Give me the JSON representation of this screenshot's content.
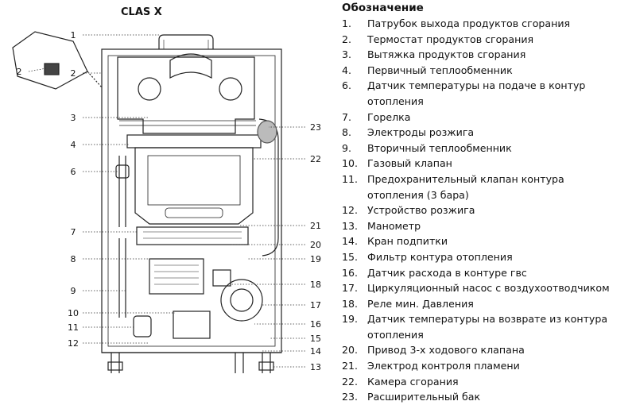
{
  "diagram": {
    "title": "CLAS X",
    "callouts": [
      {
        "num": "1"
      },
      {
        "num": "2"
      },
      {
        "num": "2"
      },
      {
        "num": "3"
      },
      {
        "num": "4"
      },
      {
        "num": "6"
      },
      {
        "num": "7"
      },
      {
        "num": "8"
      },
      {
        "num": "9"
      },
      {
        "num": "10"
      },
      {
        "num": "11"
      },
      {
        "num": "12"
      },
      {
        "num": "23"
      },
      {
        "num": "22"
      },
      {
        "num": "21"
      },
      {
        "num": "20"
      },
      {
        "num": "19"
      },
      {
        "num": "18"
      },
      {
        "num": "17"
      },
      {
        "num": "16"
      },
      {
        "num": "15"
      },
      {
        "num": "14"
      },
      {
        "num": "13"
      }
    ]
  },
  "legend": {
    "title": "Обозначение",
    "items": [
      {
        "num": "1.",
        "text": "Патрубок выхода продуктов сгорания"
      },
      {
        "num": "2.",
        "text": "Термостат продуктов сгорания"
      },
      {
        "num": "3.",
        "text": "Вытяжка продуктов сгорания"
      },
      {
        "num": "4.",
        "text": "Первичный теплообменник"
      },
      {
        "num": "6.",
        "text": "Датчик температуры на подаче в контур\nотопления"
      },
      {
        "num": "7.",
        "text": "Горелка"
      },
      {
        "num": "8.",
        "text": "Электроды розжига"
      },
      {
        "num": "9.",
        "text": "Вторичный теплообменник"
      },
      {
        "num": "10.",
        "text": "Газовый клапан"
      },
      {
        "num": "11.",
        "text": "Предохранительный клапан контура\nотопления (3 бара)"
      },
      {
        "num": "12.",
        "text": "Устройство розжига"
      },
      {
        "num": "13.",
        "text": "Манометр"
      },
      {
        "num": "14.",
        "text": "Кран подпитки"
      },
      {
        "num": "15.",
        "text": "Фильтр контура отопления"
      },
      {
        "num": "16.",
        "text": "Датчик расхода в контуре гвс"
      },
      {
        "num": "17.",
        "text": "Циркуляционный насос с воздухоотводчиком"
      },
      {
        "num": "18.",
        "text": "Реле мин. Давления"
      },
      {
        "num": "19.",
        "text": "Датчик температуры на возврате из контура\nотопления"
      },
      {
        "num": "20.",
        "text": "Привод 3-х ходового клапана"
      },
      {
        "num": "21.",
        "text": "Электрод контроля пламени"
      },
      {
        "num": "22.",
        "text": "Камера сгорания"
      },
      {
        "num": "23.",
        "text": "Расширительный бак"
      }
    ]
  }
}
